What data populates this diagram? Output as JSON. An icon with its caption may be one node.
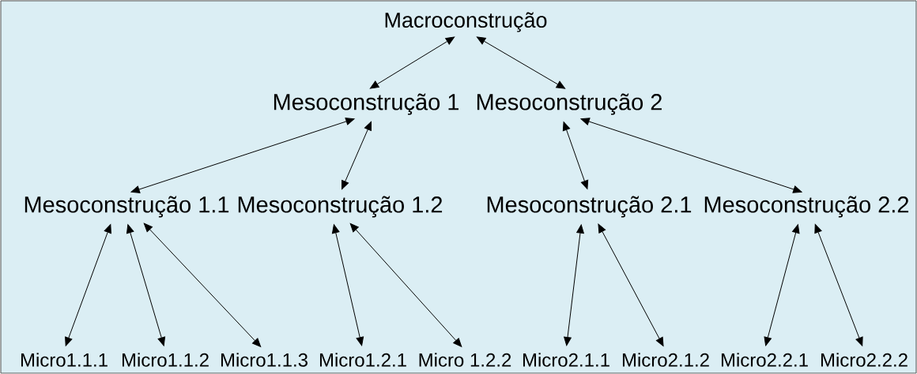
{
  "diagram": {
    "nodes": [
      {
        "text": [
          "Macroconstrução"
        ]
      },
      {
        "text": [
          "Mesoconstrução 1"
        ]
      },
      {
        "text": [
          "Mesoconstrução 2"
        ]
      },
      {
        "text": [
          "Mesoconstrução 1.1"
        ]
      },
      {
        "text": [
          "Mesoconstrução 1.2"
        ]
      },
      {
        "text": [
          "Mesoconstrução 2.1"
        ]
      },
      {
        "text": [
          "Mesoconstrução 2.2"
        ]
      },
      {
        "text": [
          "Micro1.1.1"
        ]
      },
      {
        "text": [
          "Micro1.1.2"
        ]
      },
      {
        "text": [
          "Micro1.1.3"
        ]
      },
      {
        "text": [
          "Micro1.2.1"
        ]
      },
      {
        "text": [
          "Micro 1.2.2"
        ]
      },
      {
        "text": [
          "Micro2.1.1"
        ]
      },
      {
        "text": [
          "Micro2.1.2"
        ]
      },
      {
        "text": [
          "Micro2.2.1"
        ]
      },
      {
        "text": [
          "Micro2.2.2"
        ]
      }
    ],
    "edges": [
      {
        "from": 0,
        "to": 1,
        "arrow": "both"
      },
      {
        "from": 0,
        "to": 2,
        "arrow": "both"
      },
      {
        "from": 1,
        "to": 3,
        "arrow": "both"
      },
      {
        "from": 1,
        "to": 4,
        "arrow": "both"
      },
      {
        "from": 2,
        "to": 5,
        "arrow": "both"
      },
      {
        "from": 2,
        "to": 6,
        "arrow": "both"
      },
      {
        "from": 3,
        "to": 7,
        "arrow": "both"
      },
      {
        "from": 3,
        "to": 8,
        "arrow": "both"
      },
      {
        "from": 3,
        "to": 9,
        "arrow": "both"
      },
      {
        "from": 4,
        "to": 10,
        "arrow": "both"
      },
      {
        "from": 4,
        "to": 11,
        "arrow": "both"
      },
      {
        "from": 5,
        "to": 12,
        "arrow": "both"
      },
      {
        "from": 5,
        "to": 13,
        "arrow": "both"
      },
      {
        "from": 6,
        "to": 14,
        "arrow": "both"
      },
      {
        "from": 6,
        "to": 15,
        "arrow": "both"
      }
    ]
  }
}
